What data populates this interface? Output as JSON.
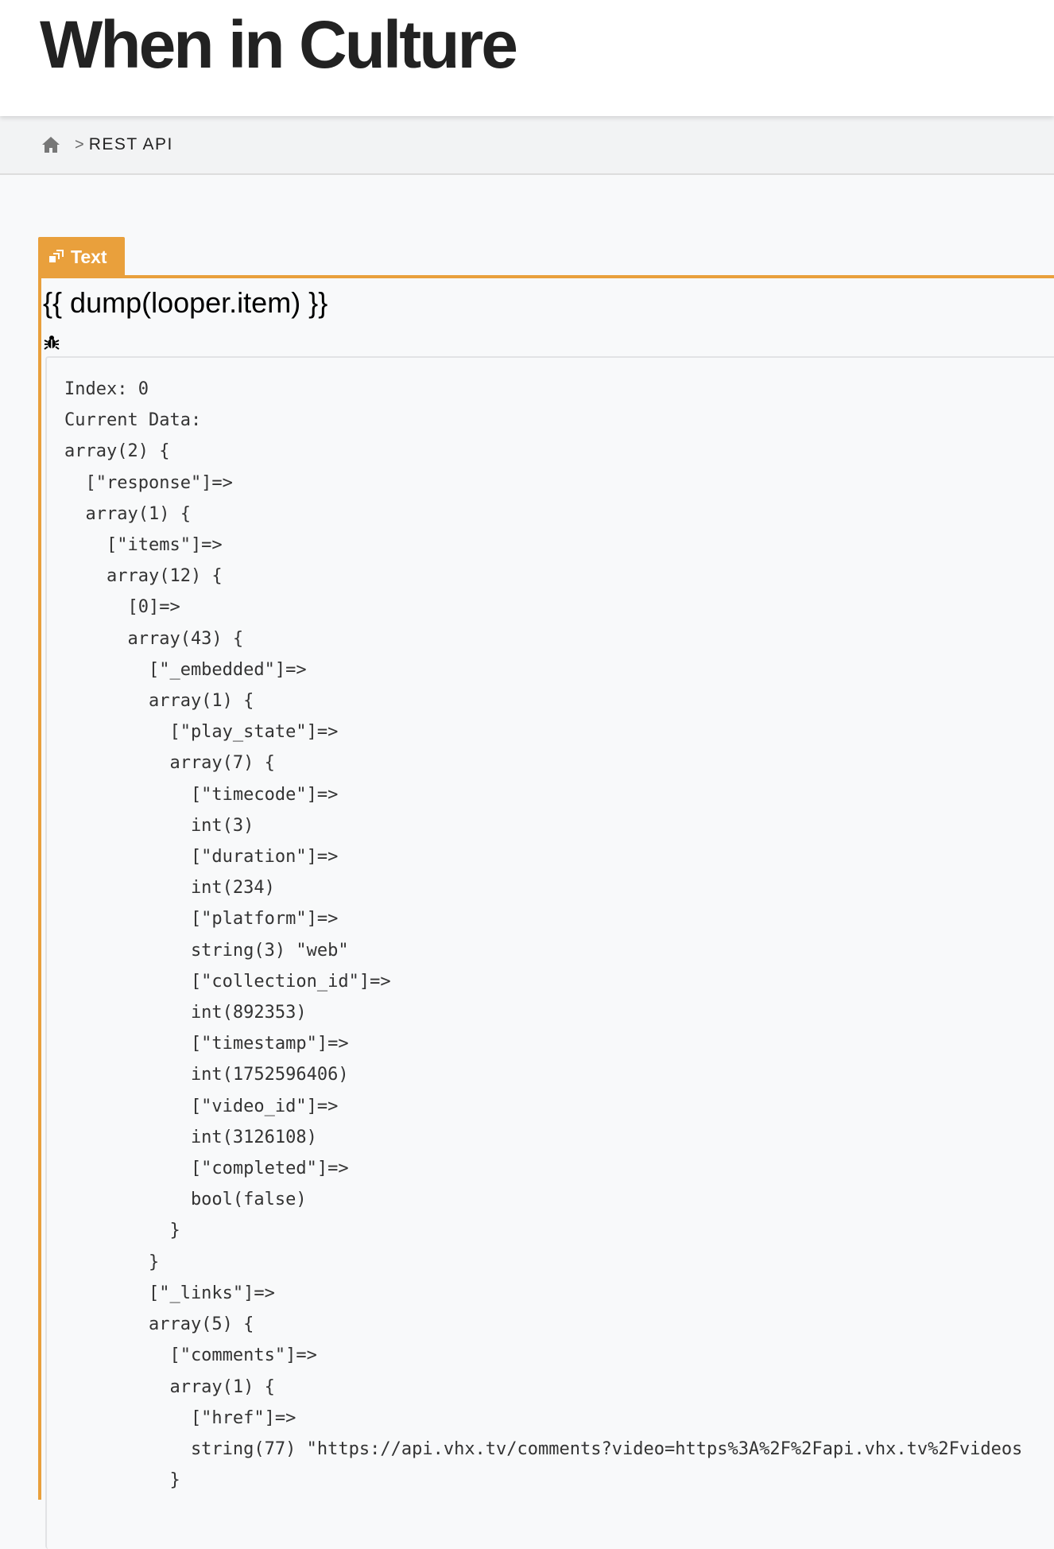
{
  "header": {
    "title": "When in Culture"
  },
  "breadcrumb": {
    "home_icon": "home-icon",
    "separator": ">",
    "current": "REST API"
  },
  "tab": {
    "icon": "window-restore-icon",
    "label": "Text"
  },
  "panel": {
    "heading": "{{ dump(looper.item) }}",
    "debug_icon": "bug-icon"
  },
  "dump_lines": [
    "Index: 0",
    "Current Data:",
    "array(2) {",
    "  [\"response\"]=>",
    "  array(1) {",
    "    [\"items\"]=>",
    "    array(12) {",
    "      [0]=>",
    "      array(43) {",
    "        [\"_embedded\"]=>",
    "        array(1) {",
    "          [\"play_state\"]=>",
    "          array(7) {",
    "            [\"timecode\"]=>",
    "            int(3)",
    "            [\"duration\"]=>",
    "            int(234)",
    "            [\"platform\"]=>",
    "            string(3) \"web\"",
    "            [\"collection_id\"]=>",
    "            int(892353)",
    "            [\"timestamp\"]=>",
    "            int(1752596406)",
    "            [\"video_id\"]=>",
    "            int(3126108)",
    "            [\"completed\"]=>",
    "            bool(false)",
    "          }",
    "        }",
    "        [\"_links\"]=>",
    "        array(5) {",
    "          [\"comments\"]=>",
    "          array(1) {",
    "            [\"href\"]=>",
    "            string(77) \"https://api.vhx.tv/comments?video=https%3A%2F%2Fapi.vhx.tv%2Fvideos",
    "          }"
  ]
}
